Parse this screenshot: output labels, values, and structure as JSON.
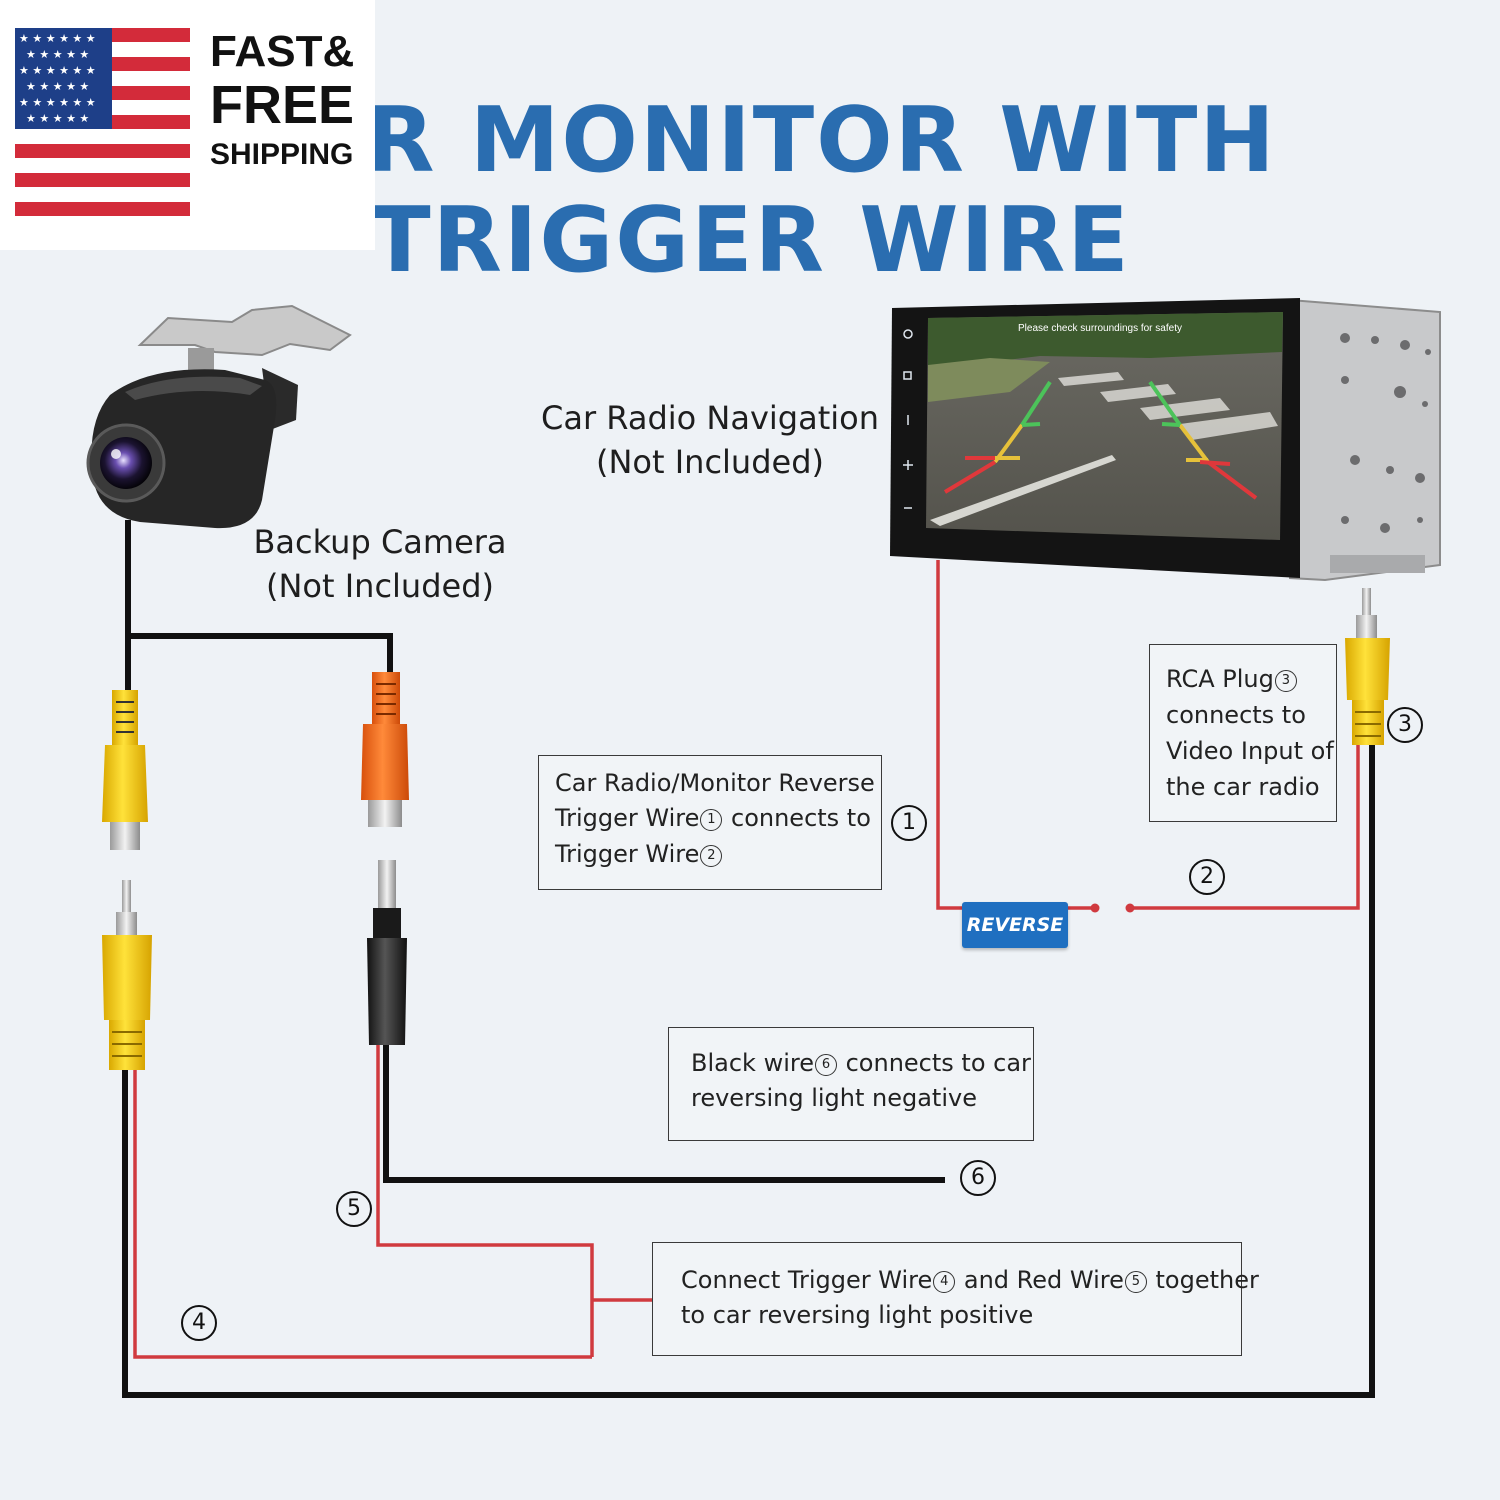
{
  "badge": {
    "line1": "FAST&",
    "line2": "FREE",
    "line3": "SHIPPING"
  },
  "title": {
    "line1": "FOR MONITOR WITH",
    "line2": "TRIGGER WIRE"
  },
  "devices": {
    "radio_line1": "Car Radio Navigation",
    "radio_line2": "(Not Included)",
    "screen_text": "Please check surroundings for safety",
    "camera_line1": "Backup Camera",
    "camera_line2": "(Not Included)"
  },
  "reverse_tag": "REVERSE",
  "markers": {
    "m1": "1",
    "m2": "2",
    "m3": "3",
    "m4": "4",
    "m5": "5",
    "m6": "6"
  },
  "notes": {
    "trigger": {
      "a": "Car Radio/Monitor Reverse",
      "b": "Trigger Wire",
      "c": " connects to",
      "d": "Trigger Wire"
    },
    "rca": {
      "a": "RCA Plug",
      "b": "connects to",
      "c": "Video Input of",
      "d": "the car radio"
    },
    "black": {
      "a": "Black wire",
      "b": " connects to car",
      "c": "reversing light negative"
    },
    "connect": {
      "a": "Connect Trigger Wire",
      "b": " and Red Wire",
      "c": " together",
      "d": "to car reversing light positive"
    }
  },
  "colors": {
    "title": "#2a6db0",
    "red_wire": "#d03a3f",
    "black_wire": "#111111",
    "rca_yellow": "#f2cf1a",
    "rca_orange": "#f06a1c",
    "reverse_tag": "#1f6fc0",
    "background": "#eef2f6"
  }
}
